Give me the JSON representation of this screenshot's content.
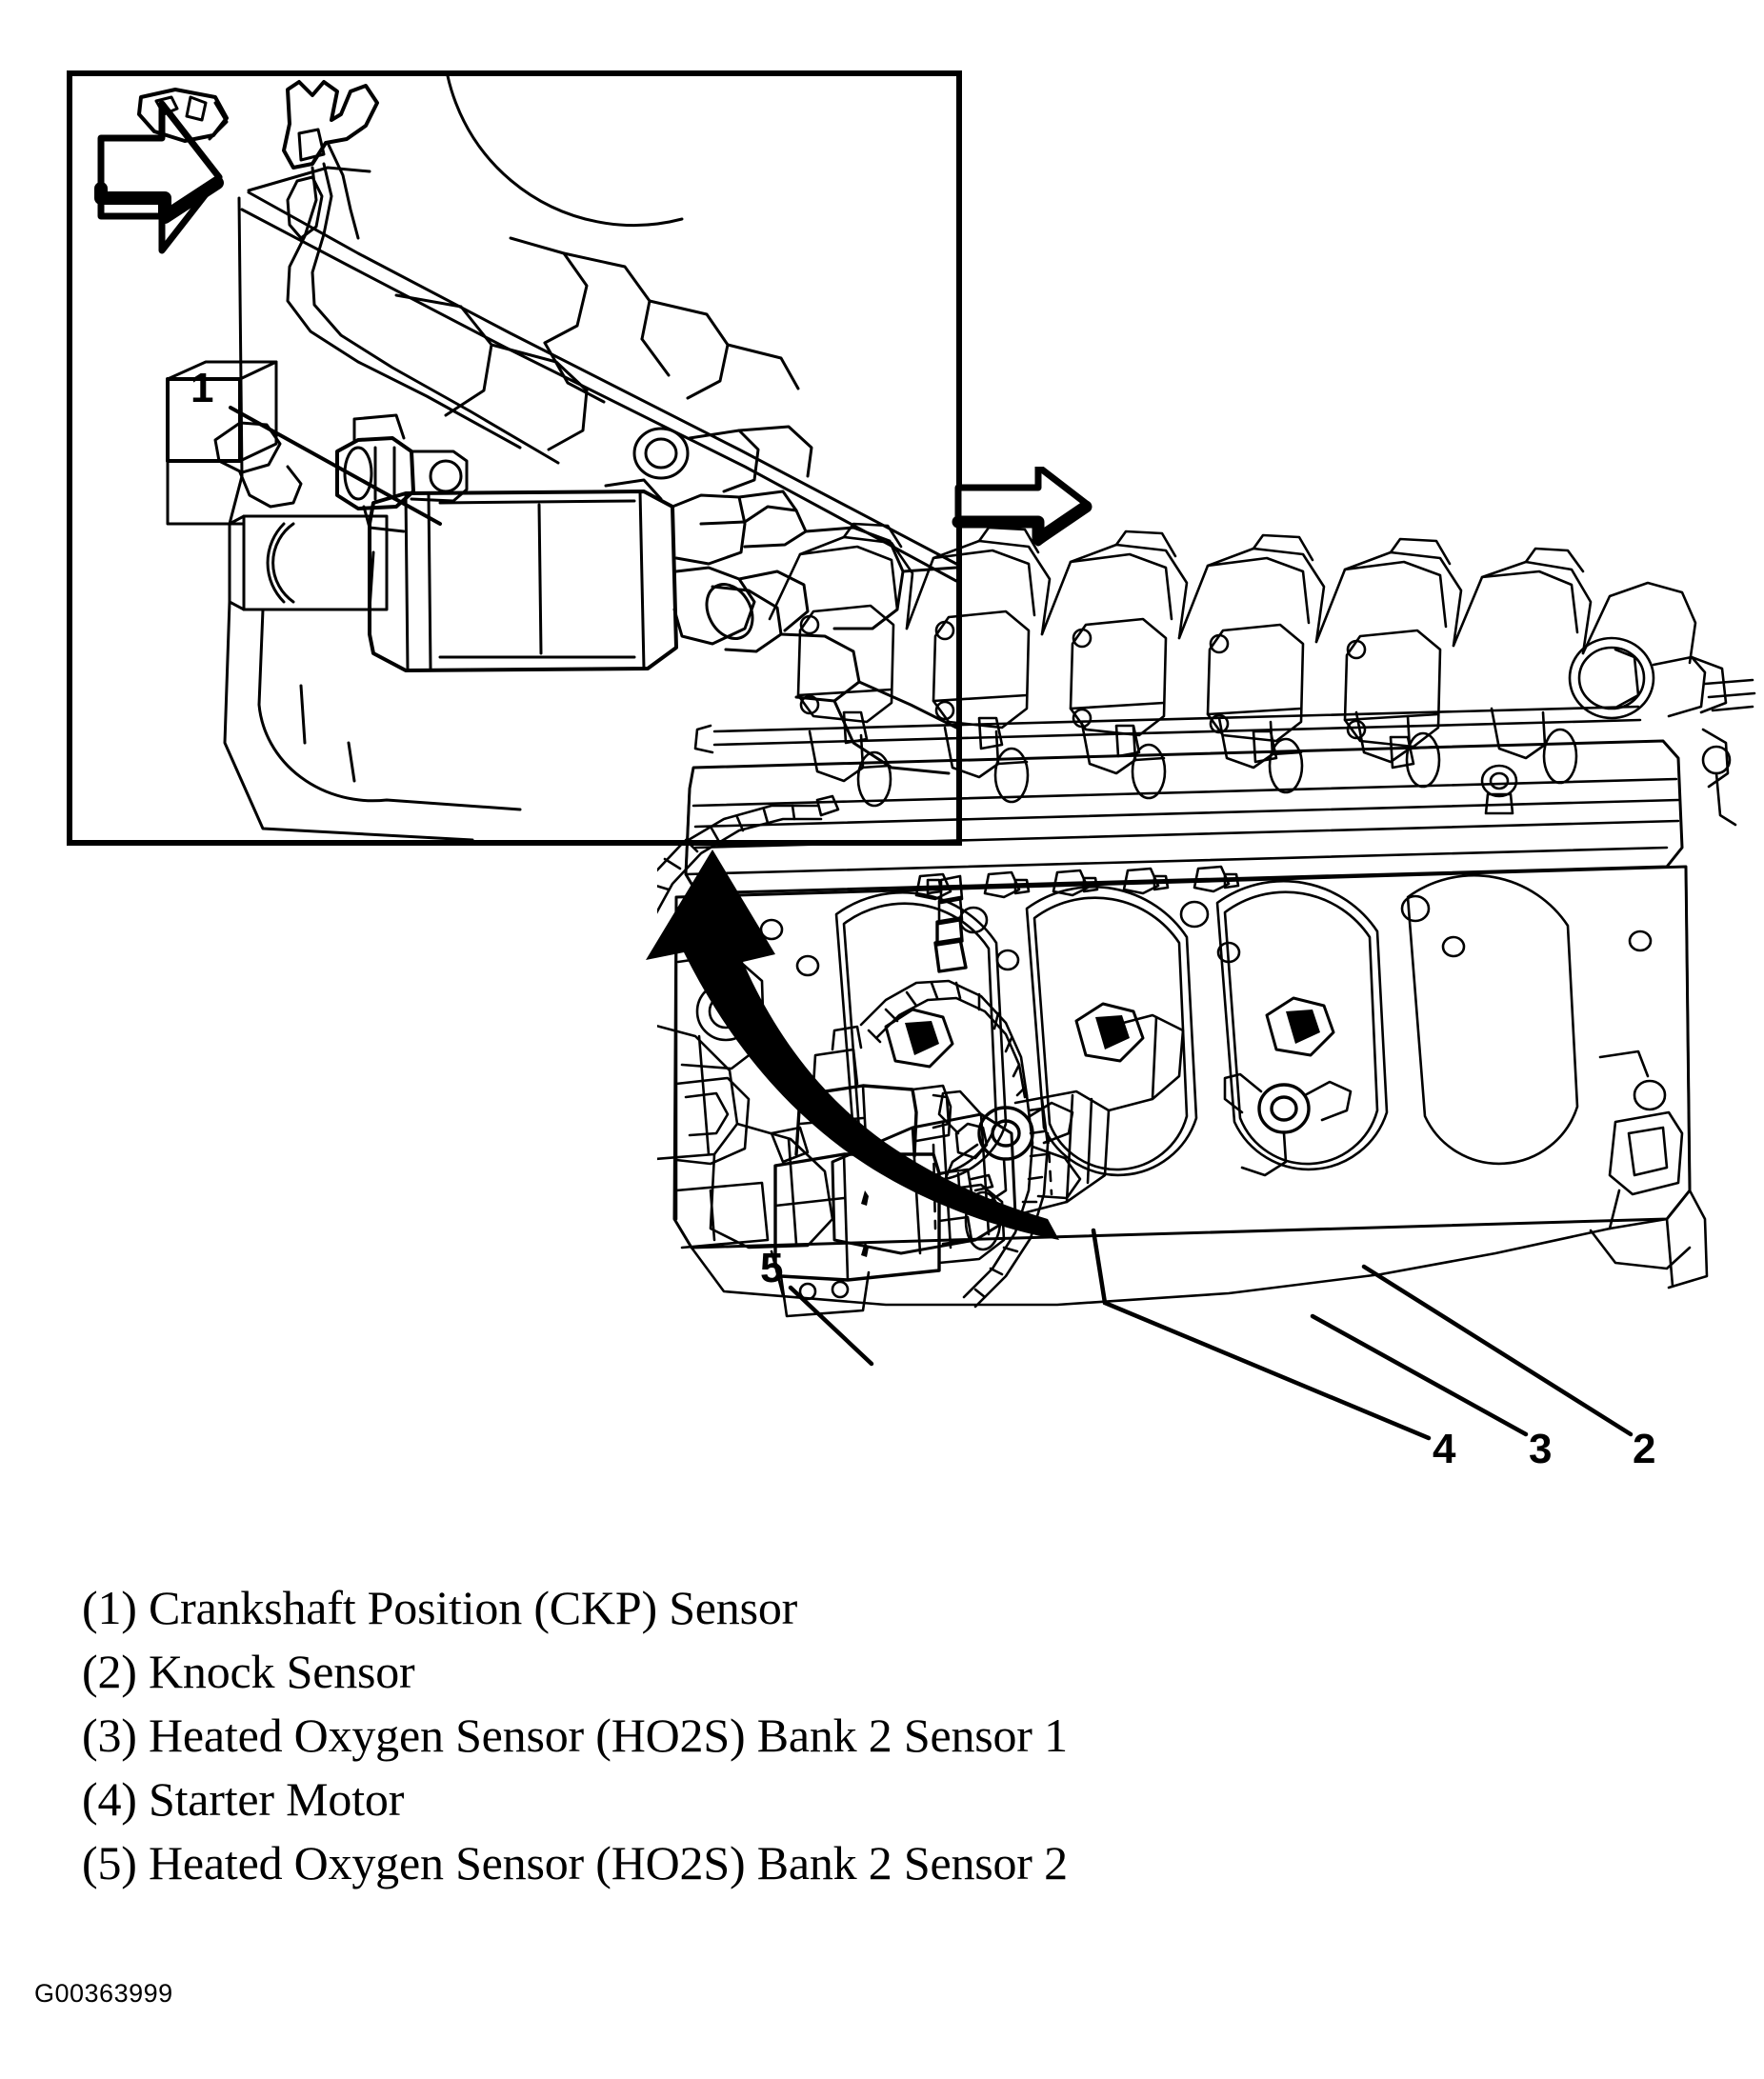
{
  "figure": {
    "id_code": "G00363999",
    "type": "engine-sensor-location-diagram"
  },
  "inset_detail": {
    "name": "crankshaft-position-sensor-detail-view",
    "callout": "1",
    "view_direction_arrow": "right-pointing-arrow"
  },
  "engine_view": {
    "name": "v8-engine-left-side-view",
    "view_direction_arrow": "right-pointing-arrow"
  },
  "callouts": [
    {
      "number": "1",
      "label": "Crankshaft Position (CKP) Sensor"
    },
    {
      "number": "2",
      "label": "Knock Sensor"
    },
    {
      "number": "3",
      "label": "Heated Oxygen Sensor (HO2S) Bank 2 Sensor 1"
    },
    {
      "number": "4",
      "label": "Starter Motor"
    },
    {
      "number": "5",
      "label": "Heated Oxygen Sensor (HO2S) Bank 2 Sensor 2"
    }
  ],
  "legend": [
    "(1) Crankshaft Position (CKP) Sensor",
    "(2) Knock Sensor",
    "(3) Heated Oxygen Sensor (HO2S) Bank 2 Sensor 1",
    "(4) Starter Motor",
    "(5) Heated Oxygen Sensor (HO2S) Bank 2 Sensor 2"
  ],
  "colors": {
    "line": "#000000",
    "background": "#ffffff"
  }
}
